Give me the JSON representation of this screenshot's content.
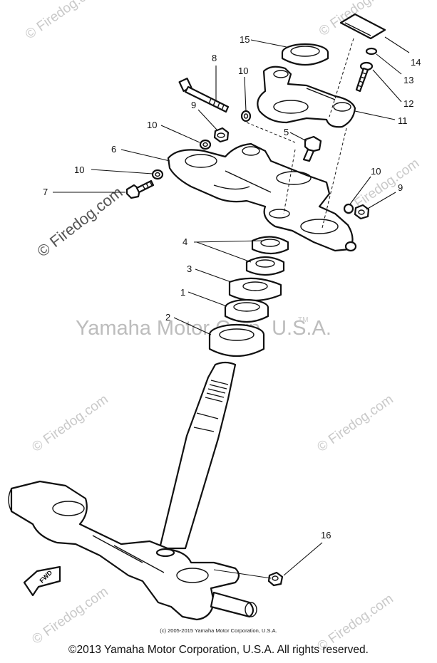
{
  "callouts": [
    "1",
    "2",
    "3",
    "4",
    "5",
    "6",
    "7",
    "8",
    "9",
    "9",
    "10",
    "10",
    "10",
    "10",
    "11",
    "12",
    "13",
    "14",
    "15",
    "16"
  ],
  "watermark": {
    "site": "© Firedog.com",
    "brand": "Yamaha Motor Corp, U.S.A.",
    "tm": "TM"
  },
  "fwd_badge": "FWD",
  "copyright_small": "(c) 2005-2015 Yamaha Motor Corporation, U.S.A.",
  "copyright_main": "©2013 Yamaha Motor Corporation, U.S.A. All rights reserved."
}
